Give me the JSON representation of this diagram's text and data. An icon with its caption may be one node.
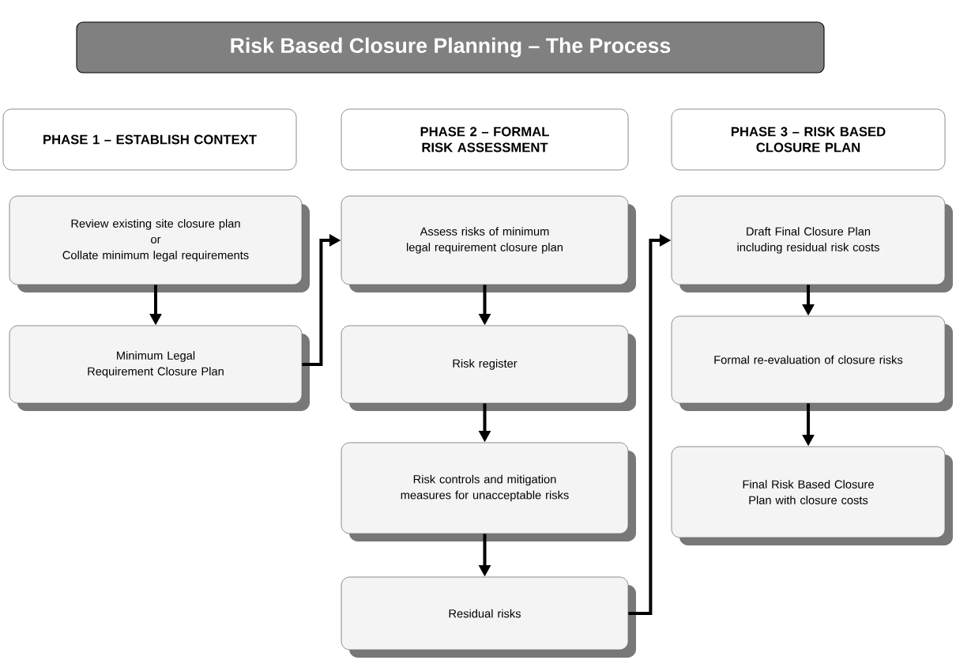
{
  "diagram": {
    "title": "Risk Based Closure Planning – The Process",
    "nodes": [
      {
        "text": [
          "PHASE 1 – ESTABLISH CONTEXT"
        ]
      },
      {
        "text": [
          "PHASE 2 – FORMAL RISK ASSESSMENT"
        ]
      },
      {
        "text": [
          "PHASE 3 – RISK BASED CLOSURE PLAN"
        ]
      },
      {
        "text": [
          "Review existing site closure plan",
          "or",
          "Collate minimum legal requirements"
        ]
      },
      {
        "text": [
          "Minimum Legal Requirement Closure Plan"
        ]
      },
      {
        "text": [
          "Assess risks of minimum legal requirement closure plan"
        ]
      },
      {
        "text": [
          "Risk register"
        ]
      },
      {
        "text": [
          "Risk controls and mitigation measures for unacceptable risks"
        ]
      },
      {
        "text": [
          "Residual risks"
        ]
      },
      {
        "text": [
          "Draft Final Closure Plan including residual risk costs"
        ]
      },
      {
        "text": [
          "Formal re-evaluation of closure risks"
        ]
      },
      {
        "text": [
          "Final Risk Based Closure Plan with closure costs"
        ]
      }
    ],
    "edges": [
      {
        "from": 3,
        "to": 4,
        "arrow": "to"
      },
      {
        "from": 4,
        "to": 5,
        "arrow": "to"
      },
      {
        "from": 5,
        "to": 6,
        "arrow": "to"
      },
      {
        "from": 6,
        "to": 7,
        "arrow": "to"
      },
      {
        "from": 7,
        "to": 8,
        "arrow": "to"
      },
      {
        "from": 8,
        "to": 9,
        "arrow": "to"
      },
      {
        "from": 9,
        "to": 10,
        "arrow": "to"
      },
      {
        "from": 10,
        "to": 11,
        "arrow": "to"
      }
    ]
  }
}
